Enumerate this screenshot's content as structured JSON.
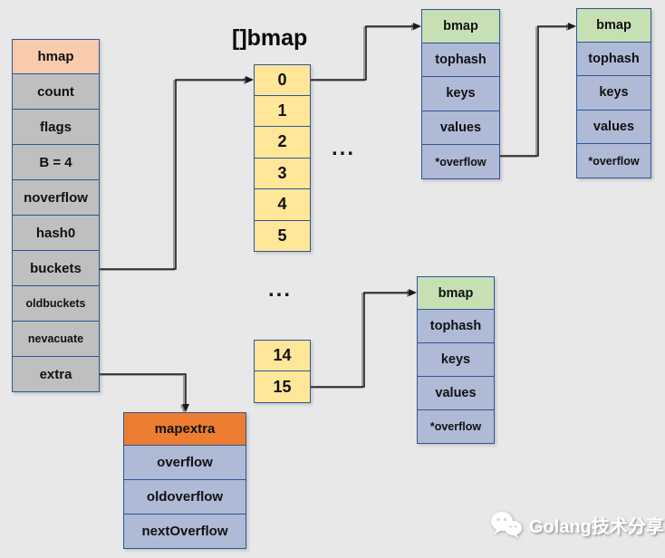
{
  "title": "[]bmap",
  "dots_top": "...",
  "dots_bottom": "...",
  "hmap": {
    "header": "hmap",
    "fields": [
      "count",
      "flags",
      "B = 4",
      "noverflow",
      "hash0",
      "buckets",
      "oldbuckets",
      "nevacuate",
      "extra"
    ]
  },
  "bucket_array_top": [
    "0",
    "1",
    "2",
    "3",
    "4",
    "5"
  ],
  "bucket_array_bottom": [
    "14",
    "15"
  ],
  "bmaps": [
    {
      "header": "bmap",
      "fields": [
        "tophash",
        "keys",
        "values",
        "*overflow"
      ]
    },
    {
      "header": "bmap",
      "fields": [
        "tophash",
        "keys",
        "values",
        "*overflow"
      ]
    },
    {
      "header": "bmap",
      "fields": [
        "tophash",
        "keys",
        "values",
        "*overflow"
      ]
    }
  ],
  "mapextra": {
    "header": "mapextra",
    "fields": [
      "overflow",
      "oldoverflow",
      "nextOverflow"
    ]
  },
  "watermark": "Golang技术分享",
  "colors": {
    "bg": "#E8E8E8",
    "peach": "#F8CBAD",
    "gray": "#BFBFBF",
    "yellow": "#FFE699",
    "green": "#C6E0B4",
    "bluegray": "#AFBAD6",
    "orange": "#ED7D31",
    "border": "#2F5597"
  }
}
